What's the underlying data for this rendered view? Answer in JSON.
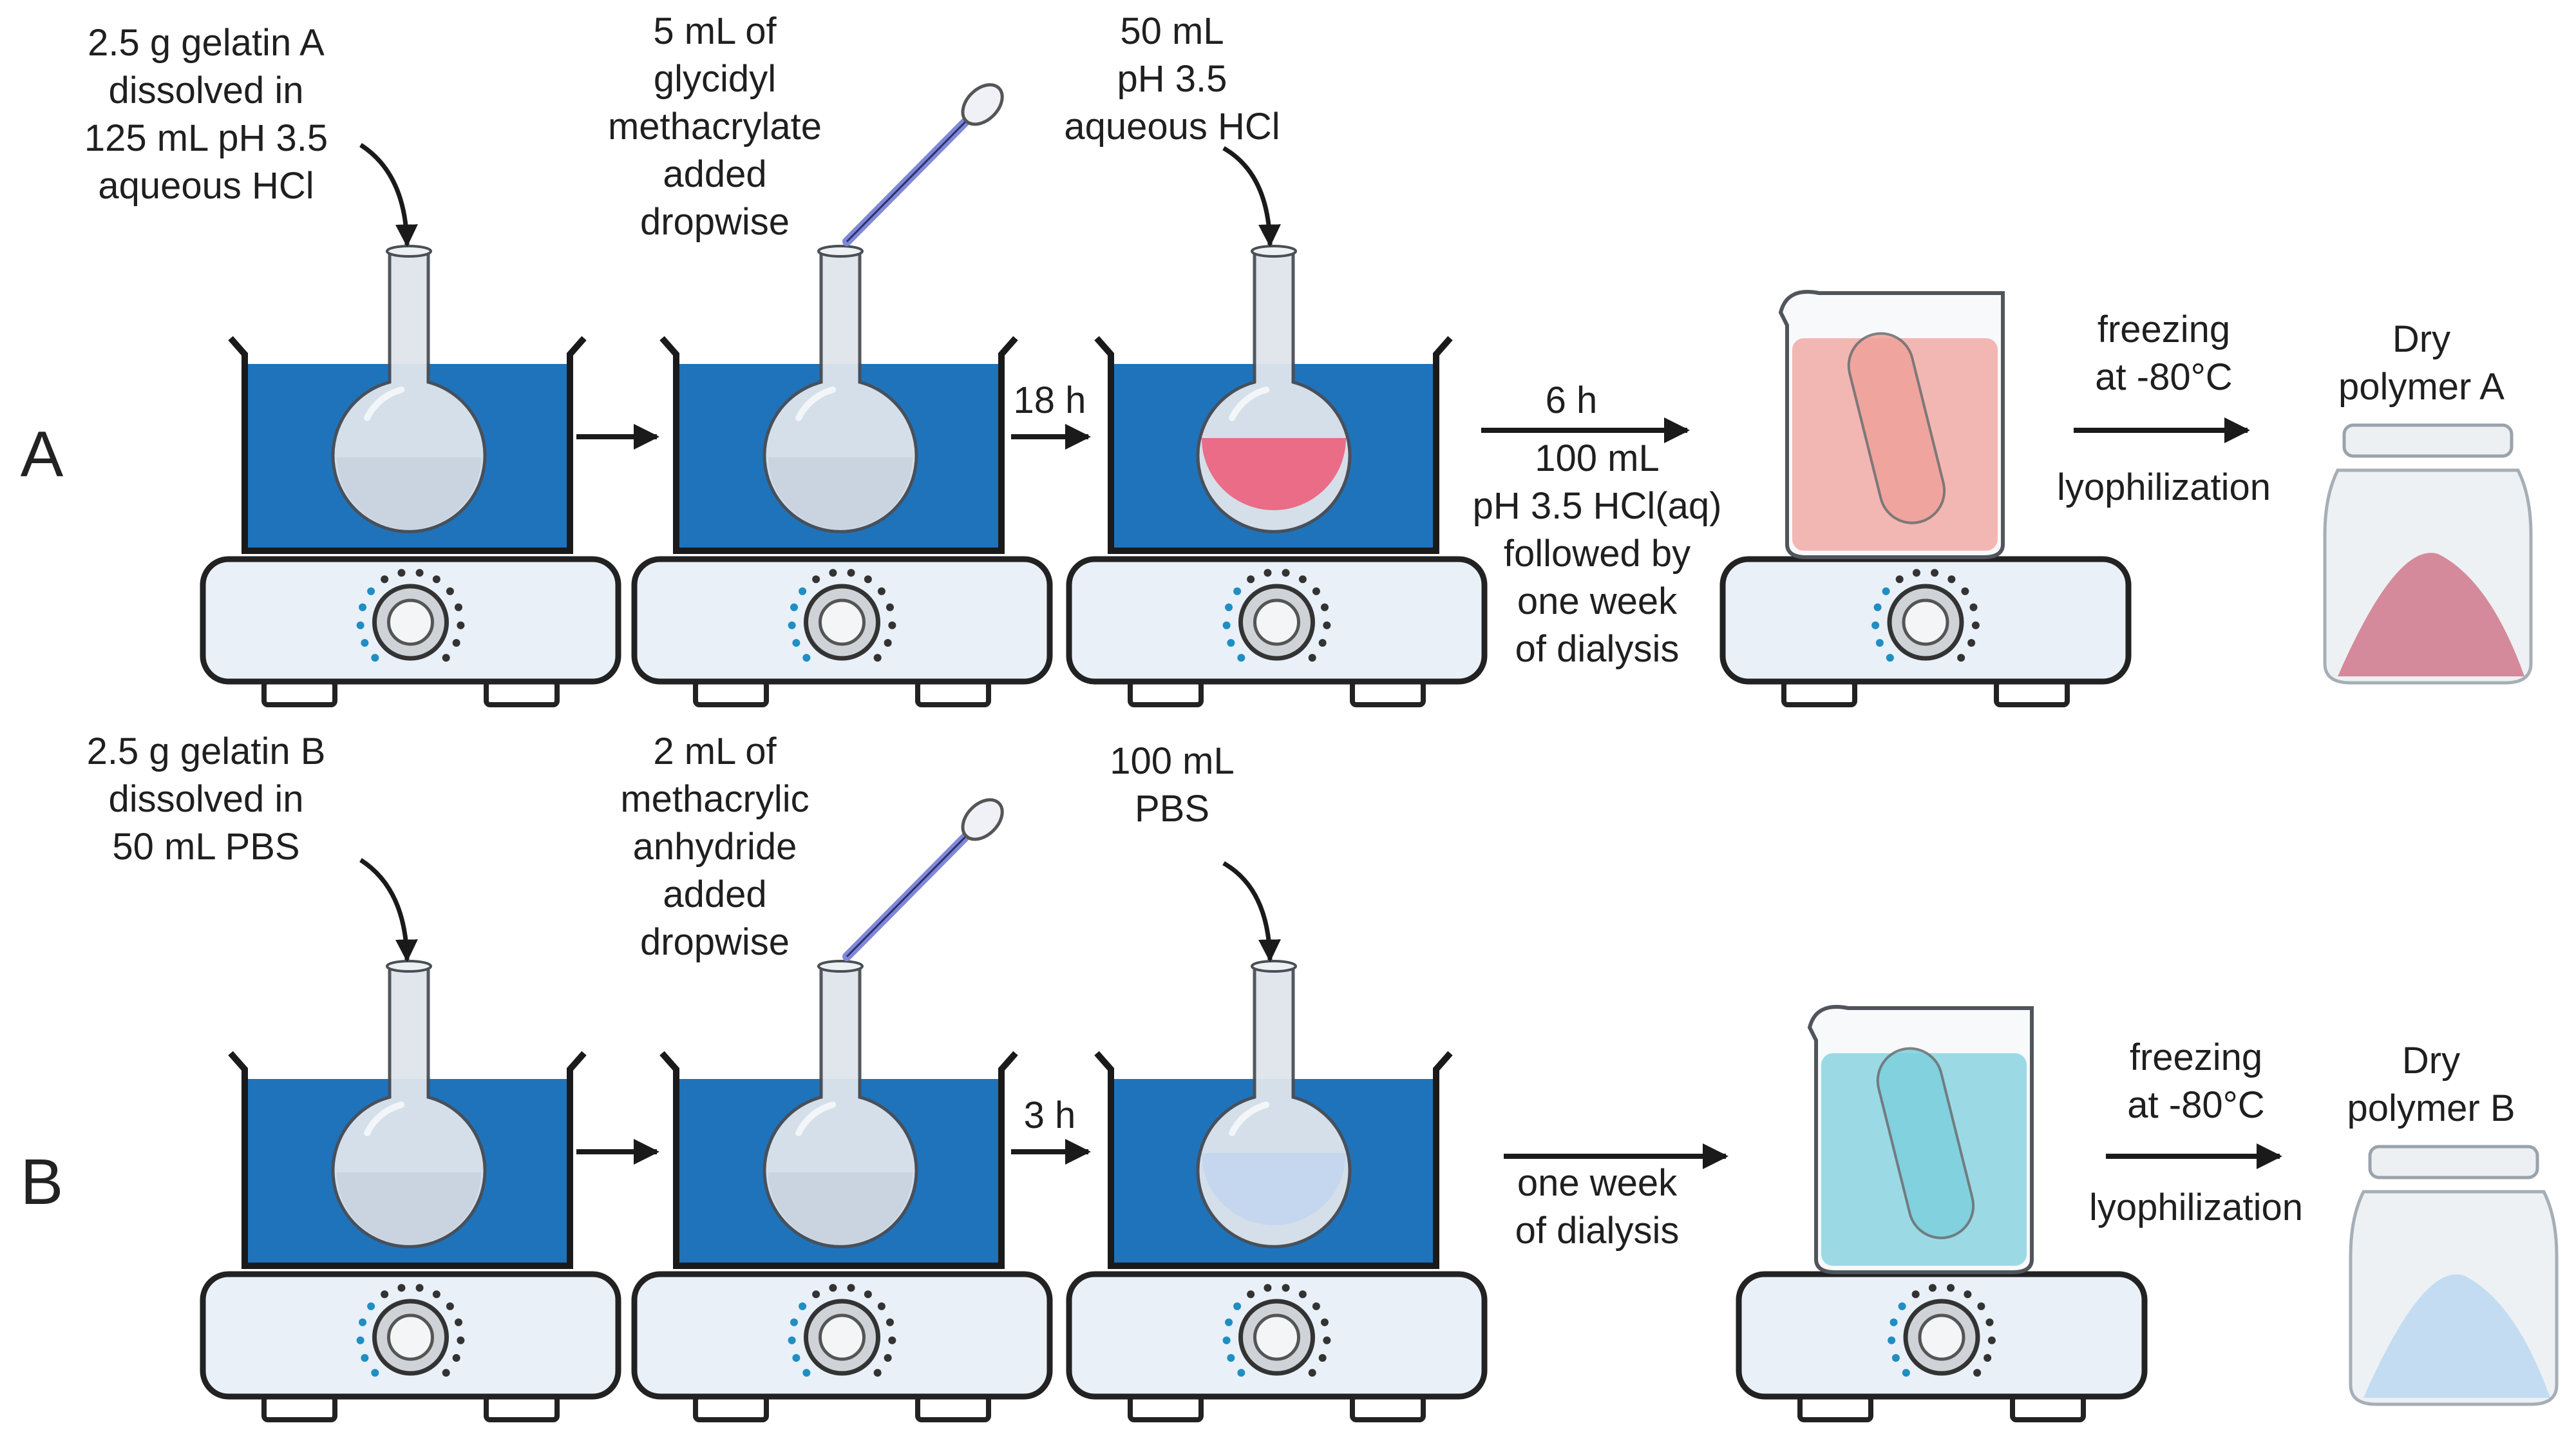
{
  "rows": [
    {
      "letter": "A",
      "step1_text": "2.5 g gelatin  A\ndissolved in\n125 mL pH 3.5\naqueous HCl",
      "step2_text": "5 mL of\nglycidyl\nmethacrylate\nadded\ndropwise",
      "step3_text": "50 mL\npH 3.5\naqueous HCl",
      "time_label": "18 h",
      "dialysis_time": "6 h",
      "dialysis_text": "100 mL\npH 3.5 HCl(aq)\nfollowed by\none week\nof dialysis",
      "freezing_text": "freezing\nat -80°C",
      "lyophilization_text": "lyophilization",
      "product_text": "Dry\npolymer A",
      "solution_color": "#ec5f7c",
      "dialysis_color": "#f58a7e",
      "powder_color": "#d48a9a"
    },
    {
      "letter": "B",
      "step1_text": "2.5 g gelatin  B\ndissolved in\n50 mL PBS",
      "step2_text": "2 mL of\nmethacrylic\nanhydride\nadded\ndropwise",
      "step3_text": "100 mL\nPBS",
      "time_label": "3 h",
      "dialysis_text": "one week\nof dialysis",
      "freezing_text": "freezing\nat -80°C",
      "lyophilization_text": "lyophilization",
      "product_text": "Dry\npolymer B",
      "solution_color": "#c2d6ee",
      "dialysis_color": "#5cc8d8",
      "powder_color": "#c4dcf2"
    }
  ],
  "colors": {
    "bath_water": "#1f73bb",
    "hotplate_body": "#e9f0f8",
    "flask_glass": "#dfe5ec",
    "pipette": "#7f88d8"
  }
}
